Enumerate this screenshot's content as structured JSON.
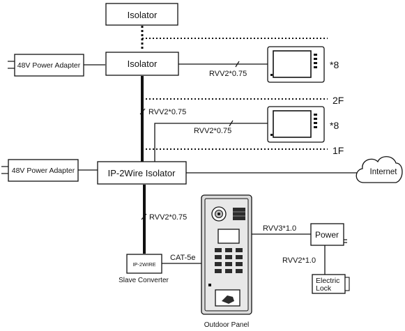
{
  "isolator_top": {
    "label": "Isolator"
  },
  "isolator_mid": {
    "label": "Isolator"
  },
  "ip2wire": {
    "label": "IP-2Wire Isolator"
  },
  "power_adapter_top": {
    "label": "48V Power Adapter"
  },
  "power_adapter_bottom": {
    "label": "48V Power Adapter"
  },
  "monitor_top": {
    "multiplier": "*8",
    "cable": "RVV2*0.75"
  },
  "monitor_mid": {
    "multiplier": "*8",
    "cable": "RVV2*0.75"
  },
  "floors": {
    "upper": "2F",
    "lower": "1F"
  },
  "trunk_cable_upper": "RVV2*0.75",
  "trunk_cable_lower": "RVV2*0.75",
  "internet": {
    "label": "Internet"
  },
  "slave_converter": {
    "box_label": "IP-2WIRE",
    "caption": "Slave Converter",
    "cable": "CAT-5e"
  },
  "outdoor_panel": {
    "caption": "Outdoor Panel"
  },
  "power": {
    "label": "Power",
    "cable": "RVV3*1.0"
  },
  "electric_lock": {
    "line1": "Electric",
    "line2": "Lock",
    "cable": "RVV2*1.0"
  },
  "colors": {
    "line": "#111111",
    "panel": "#dcdcdc",
    "screen": "#2c2c2c"
  }
}
